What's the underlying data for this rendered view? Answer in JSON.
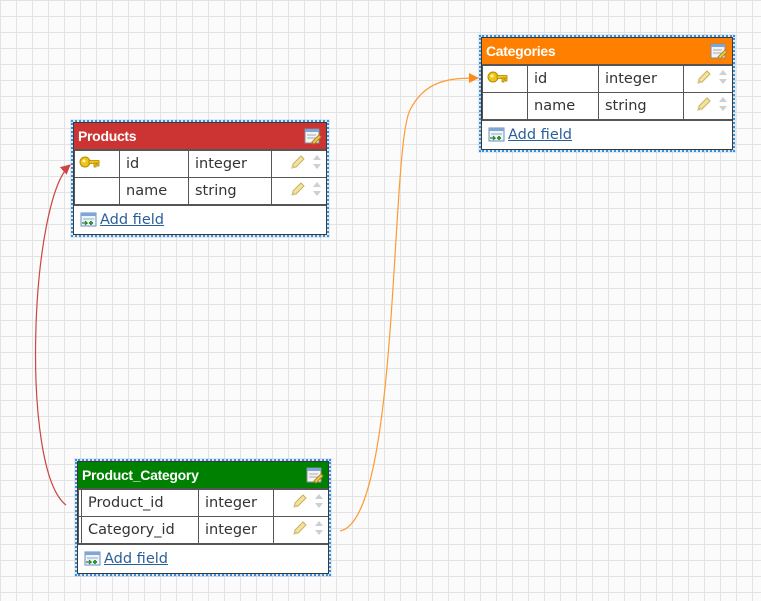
{
  "colors": {
    "products": "#cc3333",
    "categories": "#ff8000",
    "product_category": "#008000",
    "link_products": "#cc4444",
    "link_categories": "#ff9a33"
  },
  "tables": {
    "products": {
      "title": "Products",
      "fields": [
        {
          "name": "id",
          "type": "integer",
          "primary_key": true
        },
        {
          "name": "name",
          "type": "string",
          "primary_key": false
        }
      ],
      "add_label": "Add field"
    },
    "categories": {
      "title": "Categories",
      "fields": [
        {
          "name": "id",
          "type": "integer",
          "primary_key": true
        },
        {
          "name": "name",
          "type": "string",
          "primary_key": false
        }
      ],
      "add_label": "Add field"
    },
    "product_category": {
      "title": "Product_Category",
      "fields": [
        {
          "name": "Product_id",
          "type": "integer",
          "primary_key": false
        },
        {
          "name": "Category_id",
          "type": "integer",
          "primary_key": false
        }
      ],
      "add_label": "Add field"
    }
  }
}
